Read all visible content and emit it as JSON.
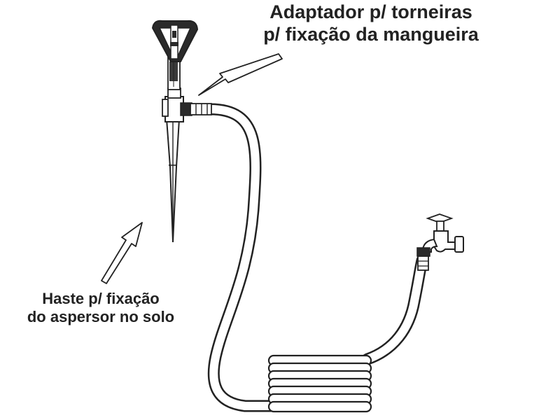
{
  "labels": {
    "adapter": {
      "line1": "Adaptador p/ torneiras",
      "line2": "p/ fixação da mangueira"
    },
    "stake": {
      "line1": "Haste p/ fixação",
      "line2": "do aspersor no solo"
    }
  },
  "components": {
    "sprinkler": "sprinkler-head",
    "stake": "ground-stake",
    "hose": "garden-hose",
    "faucet": "water-faucet"
  },
  "colors": {
    "line": "#222222",
    "fill": "#ffffff",
    "arrow": "#ffffff"
  }
}
